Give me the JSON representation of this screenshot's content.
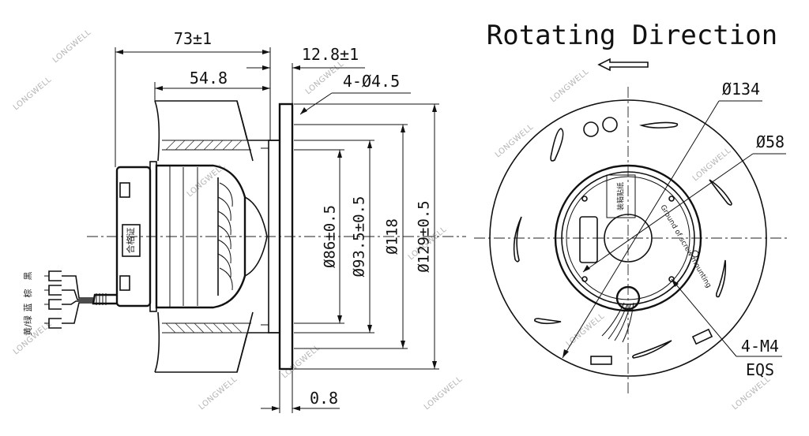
{
  "side_view": {
    "dim_overall_length": "73±1",
    "dim_flange_thickness": "12.8±1",
    "dim_body_length": "54.8",
    "dim_mount_holes": "4-Ø4.5",
    "dim_inlet_diameter": "Ø86±0.5",
    "dim_shroud_diameter": "Ø93.5±0.5",
    "dim_bolt_circle": "Ø118",
    "dim_flange_diameter": "Ø129±0.5",
    "dim_flange_offset": "0.8",
    "motor_label": "合格证",
    "wire_labels": [
      "黑",
      "棕",
      "蓝",
      "黄/绿"
    ]
  },
  "front_view": {
    "title": "Rotating Direction",
    "dim_impeller_diameter": "Ø134",
    "dim_hub_diameter": "Ø58",
    "dim_screw_holes": "4-M4",
    "dim_screw_holes_note": "EQS",
    "hub_label": "装箱贴纸",
    "hub_arc_text": "Ground of screw mounting"
  },
  "watermark": "LONGWELL"
}
